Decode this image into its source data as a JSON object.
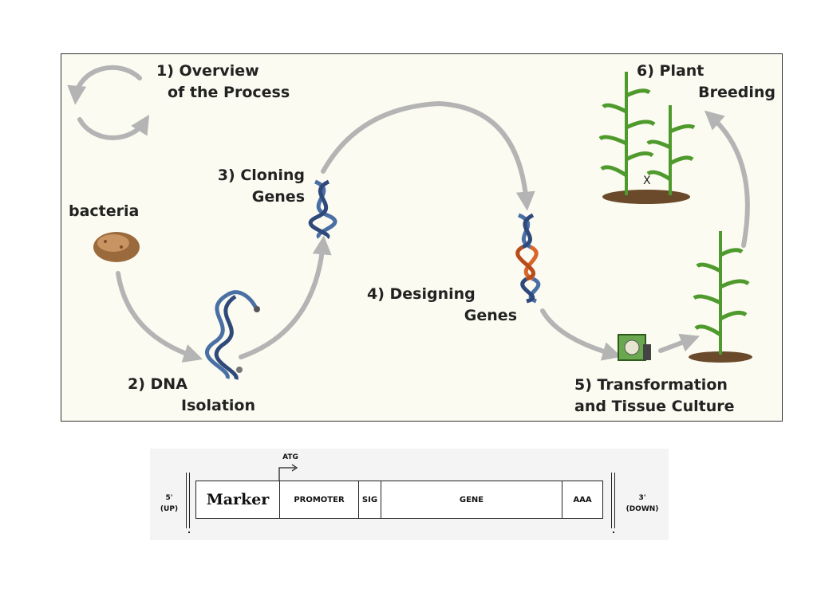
{
  "diagram": {
    "steps": {
      "overview_line1": "1) Overview",
      "overview_line2": "of the Process",
      "bacteria": "bacteria",
      "dna_line1": "2) DNA",
      "dna_line2": "Isolation",
      "cloning_line1": "3) Cloning",
      "cloning_line2": "Genes",
      "designing_line1": "4) Designing",
      "designing_line2": "Genes",
      "transformation_line1": "5) Transformation",
      "transformation_line2": "and Tissue Culture",
      "breeding_line1": "6) Plant",
      "breeding_line2": "Breeding",
      "cross_mark": "X"
    }
  },
  "construct": {
    "atg_label": "ATG",
    "up_end": "5'",
    "up_label": "(UP)",
    "down_end": "3'",
    "down_label": "(DOWN)",
    "segments": {
      "marker": "Marker",
      "promoter": "PROMOTER",
      "sig": "SIG",
      "gene": "GENE",
      "aaa": "AAA"
    }
  },
  "colors": {
    "arrow": "#b4b4b4",
    "dna_blue": "#4a6fa5",
    "dna_orange": "#d9652b",
    "leaf_green": "#4f9a2c",
    "soil": "#6b4a2b"
  }
}
